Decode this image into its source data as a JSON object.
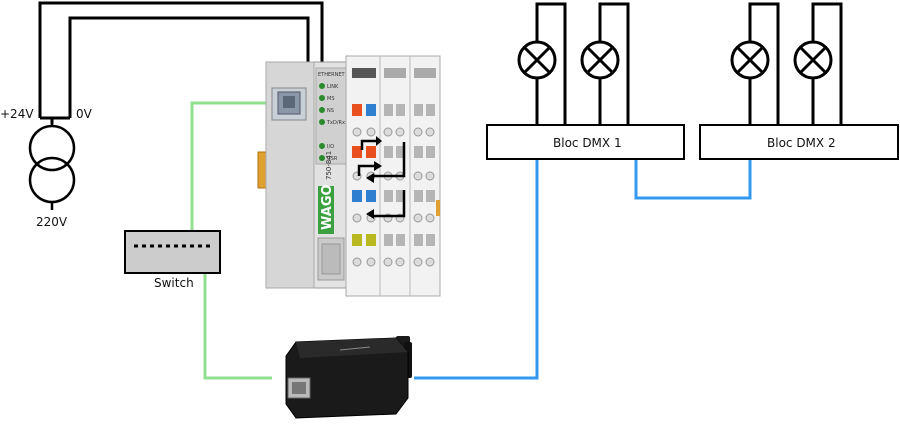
{
  "power": {
    "plus_label": "+24V",
    "zero_label": "0V",
    "mains_label": "220V"
  },
  "switch": {
    "label": "Switch"
  },
  "controller": {
    "brand": "WAGO",
    "model": "750-841",
    "port_label": "ETHERNET",
    "leds": [
      "LINK",
      "MS",
      "NS",
      "TxD/RxD",
      "I/O",
      "USR"
    ]
  },
  "dmx": {
    "block1_label": "Bloc DMX 1",
    "block2_label": "Bloc DMX 2"
  },
  "colors": {
    "ethernet_link": "#90e090",
    "dmx_link": "#3399ee",
    "power_wire": "#000000",
    "terminal_orange": "#e8501e",
    "terminal_blue": "#2f7fd0",
    "terminal_yellow": "#b8b820"
  }
}
